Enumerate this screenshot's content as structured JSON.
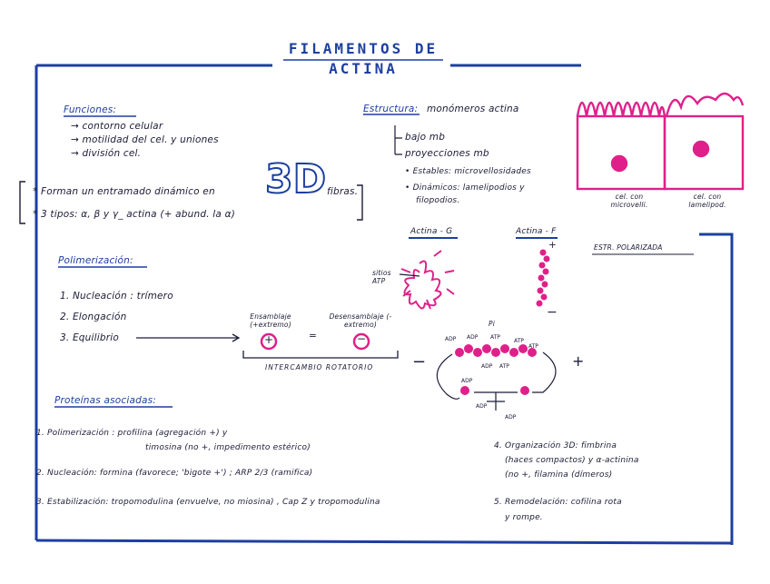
{
  "title": {
    "line1": "FILAMENTOS DE",
    "line2": "ACTINA"
  },
  "funciones": {
    "heading": "Funciones:",
    "items": [
      "→ contorno celular",
      "→ motilidad del cel. y uniones",
      "→ división cel."
    ]
  },
  "bracket": {
    "line1_pre": "* Forman un entramado dinámico en",
    "big3d": "3D",
    "line1_post": "fibras.",
    "line2": "* 3 tipos: α, β y γ_ actina (+ abund. la α)"
  },
  "estructura": {
    "heading": "Estructura:",
    "subtitle": "monómeros actina",
    "items": [
      "bajo mb",
      "proyecciones mb",
      "• Estables: microvellosidades",
      "• Dinámicos: lamelipodios y",
      "filopodios."
    ]
  },
  "cells": {
    "label_left": "cel. con microvelli.",
    "label_right": "cel. con lamelipod."
  },
  "actin_labels": {
    "g": "Actina - G",
    "f": "Actina - F",
    "estr": "ESTR. POLARIZADA",
    "sitios": "sitios ATP",
    "plus": "+",
    "minus": "−"
  },
  "polimerizacion": {
    "heading": "Polimerización:",
    "steps": [
      "1. Nucleación : trímero",
      "2. Elongación",
      "3. Equilibrio"
    ],
    "ensamblaje": "Ensamblaje (+extremo)",
    "desensamblaje": "Desensamblaje (-extremo)",
    "equals": "=",
    "plus_sign": "+",
    "minus_sign": "−",
    "intercambio": "INTERCAMBIO ROTATORIO"
  },
  "cycle": {
    "minus": "−",
    "plus": "+",
    "pi": "Pi",
    "labels": [
      "ADP",
      "ADP",
      "ATP",
      "ADP",
      "ATP",
      "ATP",
      "ATP",
      "ADP",
      "ADP",
      "ADP"
    ]
  },
  "proteinas": {
    "heading": "Proteínas asociadas:",
    "items": [
      "1. Polimerización : profilina (agregación +) y",
      "timosina (no +, impedimento estérico)",
      "2. Nucleación: formina (favorece; 'bigote +') ; ARP 2/3 (ramifica)",
      "3. Estabilización: tropomodulina (envuelve, no miosina) , Cap Z y tropomodulina",
      "4. Organización 3D: fimbrina (haces compactos) y α-actinina (no +, filamina (dímeros)",
      "5. Remodelación: cofilina rota y rompe."
    ],
    "item4": [
      "4. Organización 3D: fimbrina",
      "(haces compactos) y α-actinina",
      "(no +, filamina (dímeros)"
    ],
    "item5": [
      "5. Remodelación: cofilina rota",
      "y rompe."
    ]
  },
  "colors": {
    "blue": "#1d3fa0",
    "magenta": "#e0208a",
    "ink": "#1c1c38"
  }
}
